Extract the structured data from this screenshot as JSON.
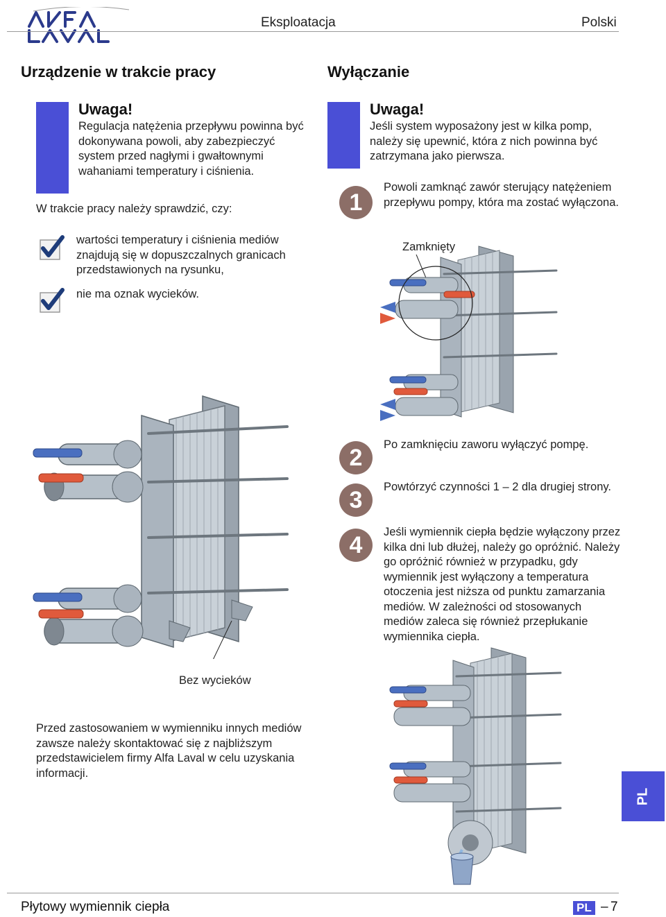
{
  "header": {
    "logo_text": "ALFA LAVAL",
    "center": "Eksploatacja",
    "right": "Polski"
  },
  "left": {
    "heading": "Urządzenie w trakcie pracy",
    "warning": {
      "title": "Uwaga!",
      "text": "Regulacja natężenia przepływu powinna być dokonywana powoli, aby zabezpieczyć system przed nagłymi i gwałtownymi wahaniami temperatury i ciśnienia."
    },
    "intro": "W trakcie pracy należy sprawdzić, czy:",
    "checks": [
      "wartości temperatury i ciśnienia mediów znajdują się w dopuszczalnych granicach przedstawionych na rysunku,",
      "nie ma oznak wycieków."
    ],
    "illustration_label": "Bez wycieków",
    "note": "Przed zastosowaniem w wymienniku innych mediów zawsze należy skontaktować się z najbliższym przedstawicielem firmy Alfa Laval w celu uzyskania informacji."
  },
  "right": {
    "heading": "Wyłączanie",
    "warning": {
      "title": "Uwaga!",
      "text": "Jeśli system wyposażony jest w kilka pomp, należy się upewnić, która z nich powinna być zatrzymana jako pierwsza."
    },
    "steps": [
      {
        "number": "1",
        "text": "Powoli zamknąć zawór sterujący natężeniem przepływu pompy, która ma zostać wyłączona."
      },
      {
        "number": "2",
        "text": "Po zamknięciu zaworu wyłączyć pompę."
      },
      {
        "number": "3",
        "text": "Powtórzyć czynności 1 – 2 dla drugiej strony."
      },
      {
        "number": "4",
        "text": "Jeśli wymiennik ciepła będzie wyłączony przez kilka dni lub dłużej, należy go opróżnić. Należy go opróżnić również w przypadku, gdy wymiennik jest wyłączony a temperatura otoczenia jest niższa od punktu zamarzania mediów. W zależności od stosowanych mediów zaleca się również przepłukanie wymiennika ciepła."
      }
    ],
    "closed_label": "Zamknięty"
  },
  "side_tab": "PL",
  "footer": {
    "title": "Płytowy wymiennik ciepła",
    "badge": "PL",
    "dash": "–",
    "page": "7"
  },
  "colors": {
    "accent_blue": "#4a4fd6",
    "step_circle": "#8c6e67",
    "valve_red": "#e05a3c",
    "valve_blue": "#4a6fc0",
    "steel": "#b9c2cb"
  }
}
